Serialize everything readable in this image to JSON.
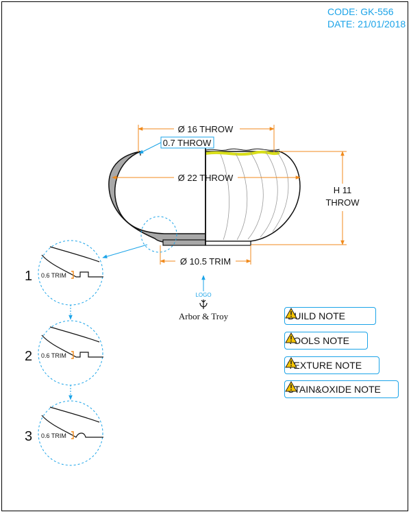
{
  "header": {
    "code": "CODE: GK-556",
    "date": "DATE: 21/01/2018"
  },
  "dimensions": {
    "rim_throw": "Ø 16 THROW",
    "wall_throw": "0.7 THROW",
    "body_throw": "Ø 22 THROW",
    "height_line1": "H 11",
    "height_line2": "THROW",
    "foot_trim": "Ø 10.5 TRIM"
  },
  "logo": {
    "label": "LOGO",
    "brand": "Arbor & Troy"
  },
  "details": [
    {
      "number": "1",
      "trim": "0.6 TRIM"
    },
    {
      "number": "2",
      "trim": "0.6 TRIM"
    },
    {
      "number": "3",
      "trim": "0.6 TRIM"
    }
  ],
  "notes": [
    {
      "label": "BUILD NOTE"
    },
    {
      "label": "TOOLS NOTE"
    },
    {
      "label": "TEXTURE NOTE"
    },
    {
      "label": "STAIN&OXIDE NOTE"
    }
  ],
  "colors": {
    "dimension": "#f08a1c",
    "accent": "#1aa3e8",
    "glaze": "#d8de1a",
    "clay": "#a8a8a8"
  }
}
